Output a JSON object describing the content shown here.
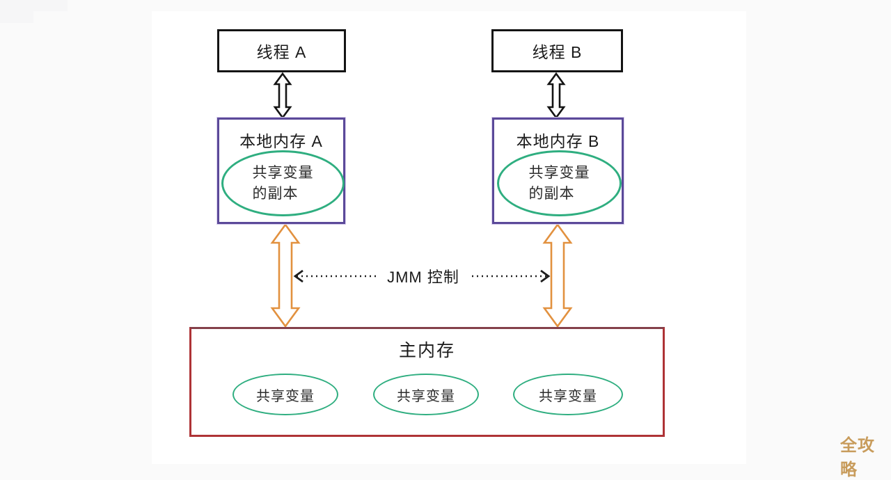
{
  "page": {
    "background": "#fafafa",
    "panel_background": "#ffffff"
  },
  "diagram": {
    "threads": [
      {
        "label": "线程 A"
      },
      {
        "label": "线程 B"
      }
    ],
    "local_memories": [
      {
        "title": "本地内存 A",
        "ellipse_line1": "共享变量",
        "ellipse_line2": "的副本"
      },
      {
        "title": "本地内存 B",
        "ellipse_line1": "共享变量",
        "ellipse_line2": "的副本"
      }
    ],
    "jmm_label": "JMM 控制",
    "main_memory": {
      "title": "主内存",
      "shared_variables": [
        "共享变量",
        "共享变量",
        "共享变量"
      ]
    },
    "colors": {
      "thread_box_border": "#141414",
      "local_memory_border": "#5b4999",
      "ellipse_green": "#2fae80",
      "main_memory_border": "#ae3336",
      "arrow_orange": "#e2913f",
      "arrow_black": "#141414",
      "dotted_arrow": "#1d1d1d",
      "watermark_gold": "#c89c5c"
    }
  },
  "watermark": "全攻略"
}
